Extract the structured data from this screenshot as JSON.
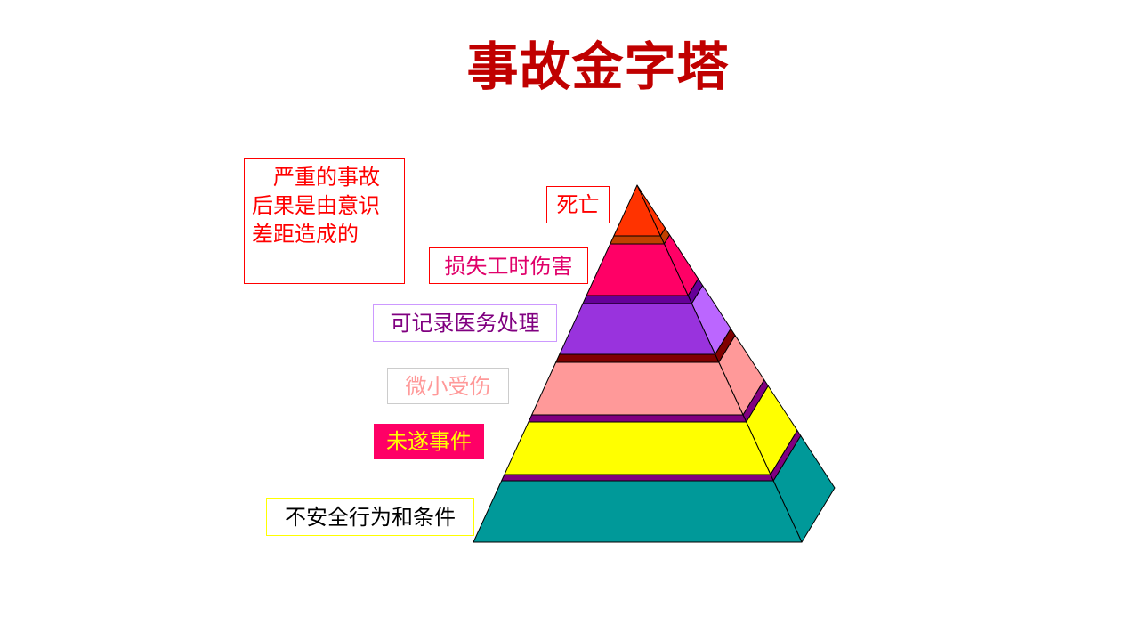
{
  "title": "事故金字塔",
  "note": {
    "lines": [
      "　严重的事故",
      "后果是由意识",
      "差距造成的"
    ]
  },
  "levels": [
    {
      "label": "死亡",
      "front": "#ff3300",
      "side": "#ff3300",
      "band": "#c04000"
    },
    {
      "label": "损失工时伤害",
      "front": "#ff0066",
      "side": "#ff0066",
      "band": "#660099"
    },
    {
      "label": "可记录医务处理",
      "front": "#9933dd",
      "side": "#bb66ff",
      "band": "#800000"
    },
    {
      "label": "微小受伤",
      "front": "#ff9999",
      "side": "#ff9999",
      "band": "#800080"
    },
    {
      "label": "未遂事件",
      "front": "#ffff00",
      "side": "#ffff00",
      "band": "#800080"
    },
    {
      "label": "不安全行为和条件",
      "front": "#009999",
      "side": "#009999",
      "band": null
    }
  ],
  "colors": {
    "title": "#c00000"
  }
}
